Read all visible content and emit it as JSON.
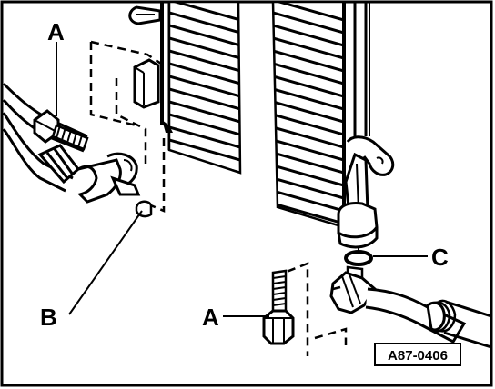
{
  "labels": {
    "a_top": "A",
    "a_bottom": "A",
    "b": "B",
    "c": "C"
  },
  "reference_code": "A87-0406",
  "colors": {
    "ink": "#000000",
    "paper": "#ffffff"
  }
}
